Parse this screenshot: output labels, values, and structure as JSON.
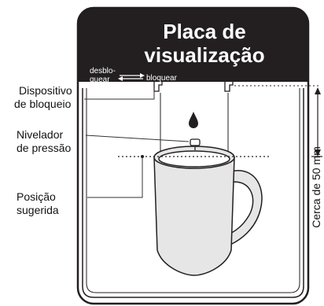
{
  "header": {
    "title_line1": "Placa de",
    "title_line2": "visualização",
    "unlock_line1": "desblo-",
    "unlock_line2": "quear",
    "lock_label": "bloquear"
  },
  "labels": {
    "locking_device_line1": "Dispositivo",
    "locking_device_line2": "de bloqueio",
    "pressure_leveler_line1": "Nivelador",
    "pressure_leveler_line2": "de pressão",
    "suggested_position_line1": "Posição",
    "suggested_position_line2": "sugerida",
    "distance": "Cerca de 50 mm"
  },
  "colors": {
    "header_bg": "#231f20",
    "mug_fill": "#e6e6e6",
    "outline": "#231f20",
    "leader": "#333333"
  }
}
